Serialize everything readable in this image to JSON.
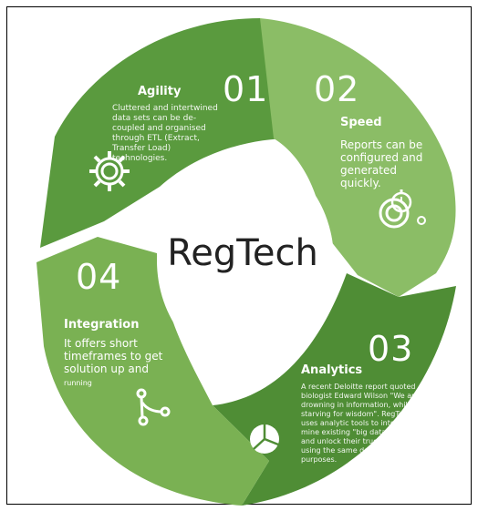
{
  "title": "RegTech",
  "segments": [
    {
      "number": "01",
      "heading": "Agility",
      "text": "Cluttered and intertwined data sets can be de-coupled and organised through ETL (Extract, Transfer Load) technologies.",
      "icon": "gear-icon",
      "color": "#5a9a3e"
    },
    {
      "number": "02",
      "heading": "Speed",
      "text": "Reports can be configured and generated quickly.",
      "icon": "stopwatch-gear-icon",
      "color": "#8bbd66"
    },
    {
      "number": "03",
      "heading": "Analytics",
      "text": "A recent Deloitte report quoted biologist Edward Wilson \"We are drowning in information, while starving for wisdom\". RegTech uses analytic tools to intelligently mine existing \"big data\" data sets and unlock their true potential e.g. using the same data for multiple purposes.",
      "icon": "pie-chart-icon",
      "color": "#4f8d35"
    },
    {
      "number": "04",
      "heading": "Integration",
      "text_main": "It offers short timeframes to get solution up and",
      "text_tail": "running",
      "icon": "network-nodes-icon",
      "color": "#7ab153"
    }
  ]
}
